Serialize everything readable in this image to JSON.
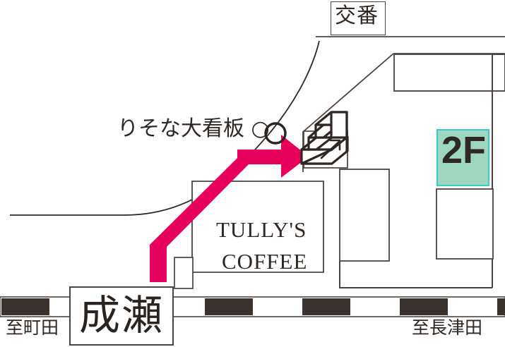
{
  "map": {
    "title": "Naruse station area access map",
    "colors": {
      "route_arrow": "#e6005c",
      "ink": "#2e2724",
      "line": "#4a4340",
      "highlight_fill": "#9ed7c0",
      "highlight_border": "#3cc9d0",
      "rail_dark": "#3a3330",
      "background": "#ffffff"
    },
    "labels": {
      "koban": "交番",
      "risona_sign": "りそな大看板 ○",
      "tullys_line1": "TULLY'S",
      "tullys_line2": "COFFEE",
      "floor_badge": "2F",
      "station": "成瀬",
      "direction_left": "至町田",
      "direction_right": "至長津田"
    },
    "icons": {
      "stairs": "stairs-icon",
      "stairs_arrow": "arrow-up-right-icon",
      "landmark_circle": "circle-marker-icon",
      "route": "route-arrow-icon"
    }
  }
}
